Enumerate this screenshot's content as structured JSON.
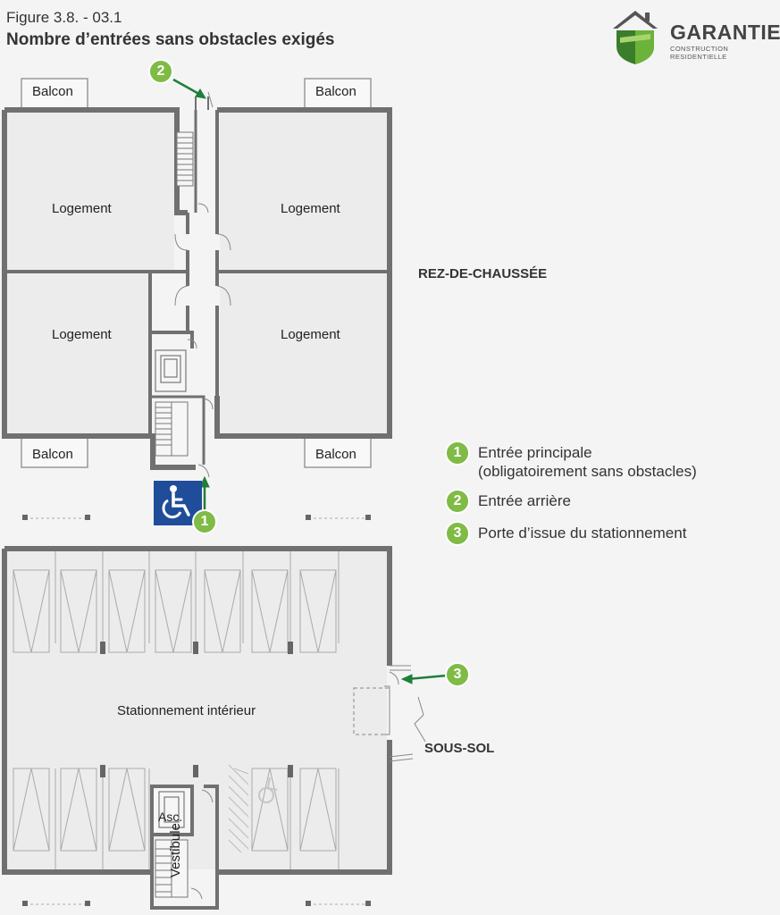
{
  "figure": {
    "number": "Figure 3.8. - 03.1",
    "title": "Nombre d’entrées sans obstacles exigés"
  },
  "logo": {
    "name": "GARANTIE",
    "subtitle": "CONSTRUCTION RESIDENTIELLE",
    "colors": {
      "green": "#6bb33a",
      "dark_green": "#3a7d2a",
      "gray": "#555555"
    }
  },
  "sections": {
    "ground_floor": "REZ-DE-CHAUSSÉE",
    "basement": "SOUS-SOL"
  },
  "rooms": {
    "balcon": "Balcon",
    "logement": "Logement",
    "stationnement": "Stationnement intérieur",
    "asc": "Asc.",
    "vestibule": "Vestibule"
  },
  "legend": [
    {
      "num": "1",
      "lines": [
        "Entrée principale",
        "(obligatoirement sans obstacles)"
      ]
    },
    {
      "num": "2",
      "lines": [
        "Entrée arrière"
      ]
    },
    {
      "num": "3",
      "lines": [
        "Porte d’issue du stationnement"
      ]
    }
  ],
  "colors": {
    "wall": "#707070",
    "floor": "#ececec",
    "accent_green": "#7fbb45",
    "arrow_green": "#1e7f3a",
    "access_blue": "#1f4d9a"
  },
  "icons": [
    "wheelchair-access-icon",
    "stairs-icon",
    "elevator-icon",
    "door-swing-icon",
    "arrow-icon"
  ]
}
